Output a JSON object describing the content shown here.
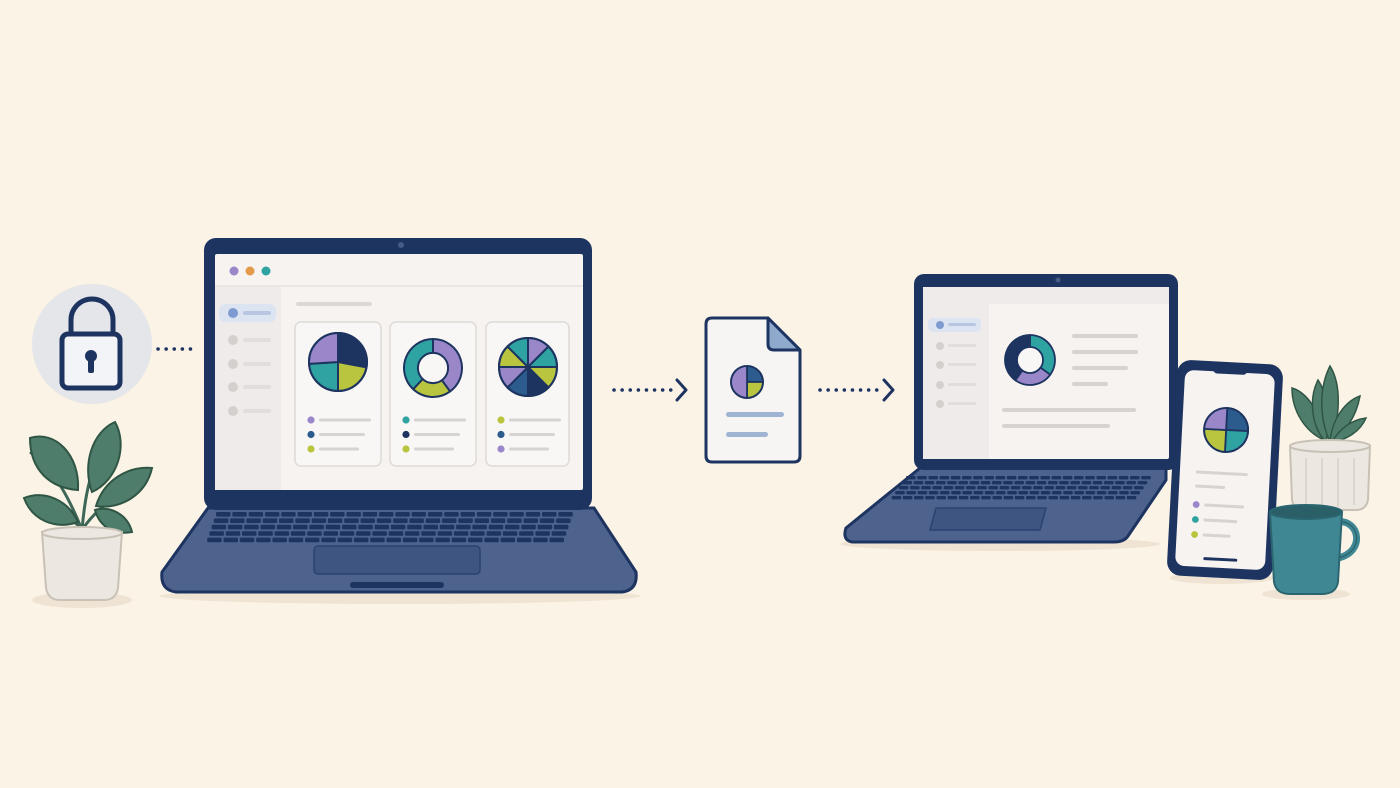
{
  "colors": {
    "background": "#fbf3e6",
    "navy": "#1e3460",
    "laptop_base": "#4d628c",
    "screen_bg": "#f7f3f1",
    "sidebar_bg": "#efebea",
    "purple": "#9a87c9",
    "teal": "#2fa3a2",
    "lime": "#b9c43f",
    "blue": "#2c5b8e",
    "dark_navy": "#1e3460",
    "gray_line": "#d6d3d1",
    "plant_leaf": "#4f7d6b",
    "pot": "#ece8e1",
    "mug": "#3f8893",
    "lock_circle": "#e4e6ea"
  },
  "icons": {
    "lock": "padlock-icon",
    "document": "chart-document-icon",
    "arrow": "dotted-arrow-icon",
    "plant_left": "potted-plant-icon",
    "plant_right": "potted-plant-icon",
    "mug": "coffee-mug-icon"
  },
  "window_controls": [
    "#9a87c9",
    "#e39a4a",
    "#2fa3a2"
  ],
  "dashboard_charts": [
    {
      "kind": "pie",
      "slices": [
        0.28,
        0.22,
        0.24,
        0.26
      ],
      "colors": [
        "#1e3460",
        "#b9c43f",
        "#2fa3a2",
        "#9a87c9"
      ],
      "legend": [
        "#9a87c9",
        "#2c5b8e",
        "#b9c43f"
      ]
    },
    {
      "kind": "donut",
      "slices": [
        0.4,
        0.22,
        0.38
      ],
      "colors": [
        "#9a87c9",
        "#b9c43f",
        "#2fa3a2"
      ],
      "legend": [
        "#2fa3a2",
        "#1e3460",
        "#b9c43f"
      ]
    },
    {
      "kind": "pie",
      "slices": [
        0.125,
        0.125,
        0.125,
        0.125,
        0.125,
        0.125,
        0.125,
        0.125
      ],
      "colors": [
        "#9a87c9",
        "#2fa3a2",
        "#b9c43f",
        "#1e3460",
        "#2c5b8e",
        "#9a87c9",
        "#b9c43f",
        "#2fa3a2"
      ],
      "legend": [
        "#b9c43f",
        "#2c5b8e",
        "#9a87c9"
      ]
    }
  ],
  "shared_document_chart": {
    "kind": "pie",
    "slices": [
      0.25,
      0.25,
      0.5
    ],
    "colors": [
      "#2c5b8e",
      "#b9c43f",
      "#9a87c9"
    ]
  },
  "second_laptop_chart": {
    "kind": "donut",
    "slices": [
      0.35,
      0.25,
      0.4
    ],
    "colors": [
      "#2fa3a2",
      "#9a87c9",
      "#1e3460"
    ]
  },
  "phone_chart": {
    "kind": "pie",
    "slices": [
      0.25,
      0.25,
      0.25,
      0.25
    ],
    "colors": [
      "#2c5b8e",
      "#2fa3a2",
      "#b9c43f",
      "#9a87c9"
    ]
  },
  "phone_legend": [
    "#9a87c9",
    "#2fa3a2",
    "#b9c43f"
  ]
}
